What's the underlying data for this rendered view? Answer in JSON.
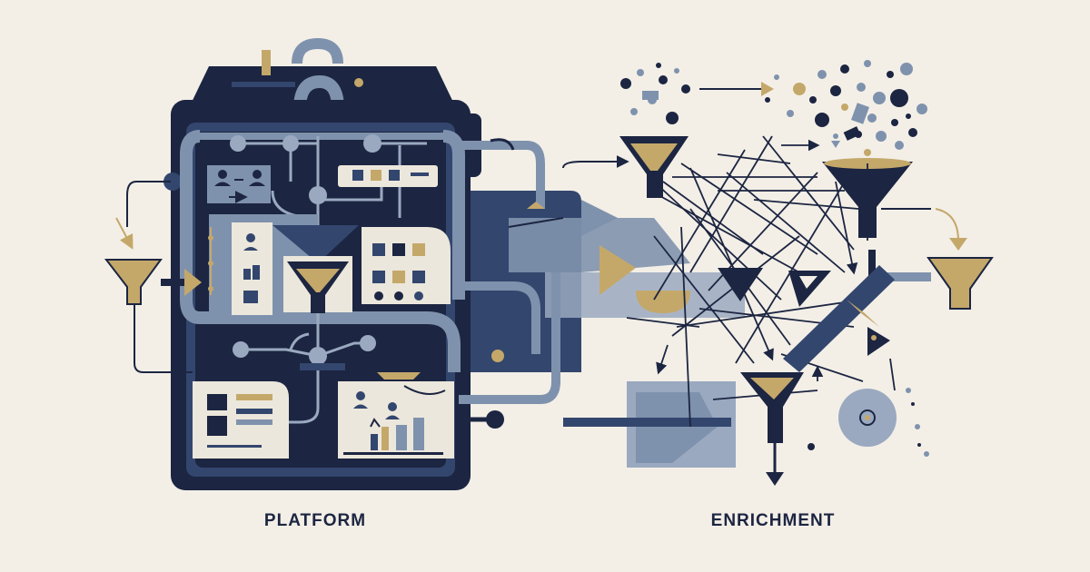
{
  "labels": {
    "platform": "PLATFORM",
    "enrichment": "ENRICHMENT"
  },
  "colors": {
    "background": "#f3efe7",
    "navy": "#1c2541",
    "mid_blue": "#33466e",
    "slate": "#7f92ad",
    "light_slate": "#9aa9c0",
    "gold": "#c4a86a",
    "card": "#ece7dc"
  },
  "icons": [
    "funnel-icon",
    "arrow-icon",
    "user-icon",
    "document-card-icon",
    "bar-chart-icon",
    "node-icon",
    "particle-cloud"
  ]
}
